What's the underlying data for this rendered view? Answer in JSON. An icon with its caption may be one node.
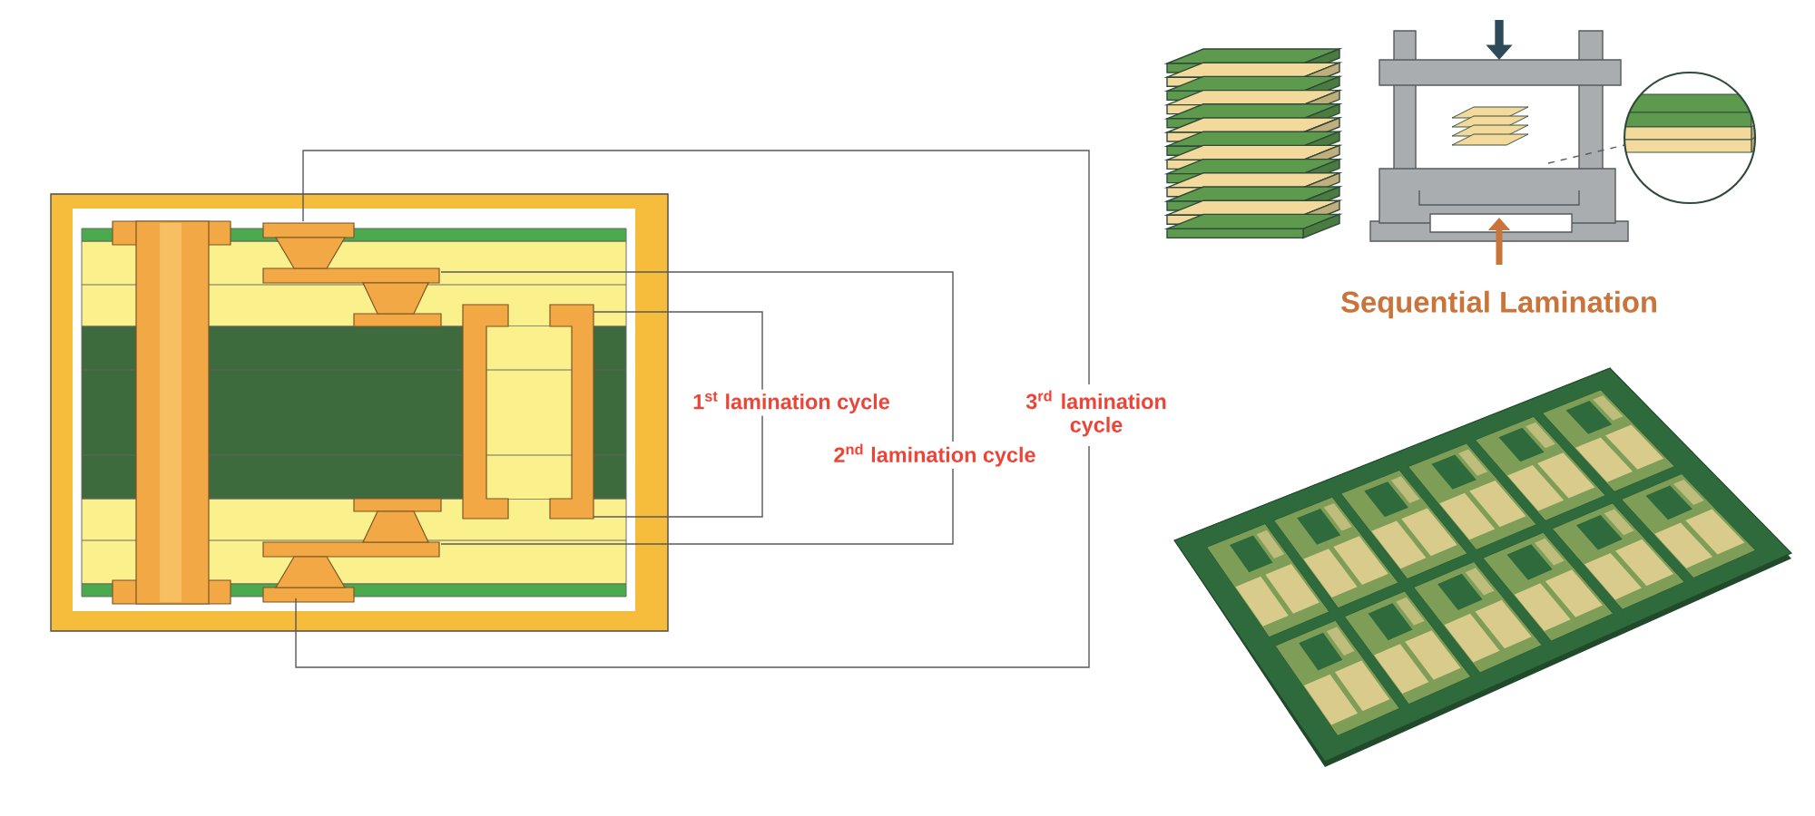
{
  "diagram": {
    "labels": [
      "1$^{st}$ lamination cycle",
      "2$^{nd}$ lamination cycle",
      "3$^{rd}$ lamination cycle",
      "Sequential Lamination"
    ]
  }
}
